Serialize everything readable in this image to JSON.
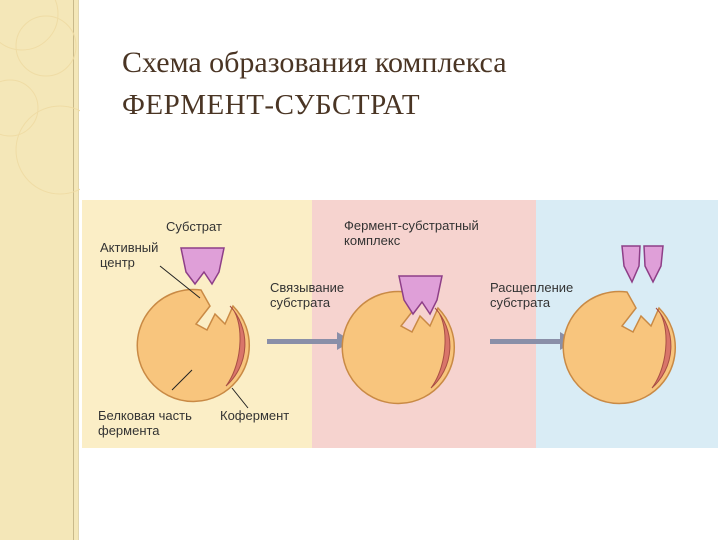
{
  "slide": {
    "title_line1": "Схема образования комплекса",
    "title_line2": "ФЕРМЕНТ-СУБСТРАТ"
  },
  "diagram": {
    "labels": {
      "substrate": "Субстрат",
      "active_center": "Активный\nцентр",
      "binding": "Связывание\nсубстрата",
      "complex": "Фермент-субстратный\nкомплекс",
      "cleavage": "Расщепление\nсубстрата",
      "protein_part": "Белковая часть\nфермента",
      "coenzyme": "Кофермент"
    },
    "colors": {
      "panel1": "#fbeec6",
      "panel2": "#f6d3cf",
      "panel3": "#d9ecf5",
      "enzyme": "#f8c57d",
      "enzyme_outline": "#c98a45",
      "coenzyme": "#d9756a",
      "substrate": "#df9fd8",
      "substrate_outline": "#8e3f88",
      "arrow": "#8a8fa8"
    }
  }
}
